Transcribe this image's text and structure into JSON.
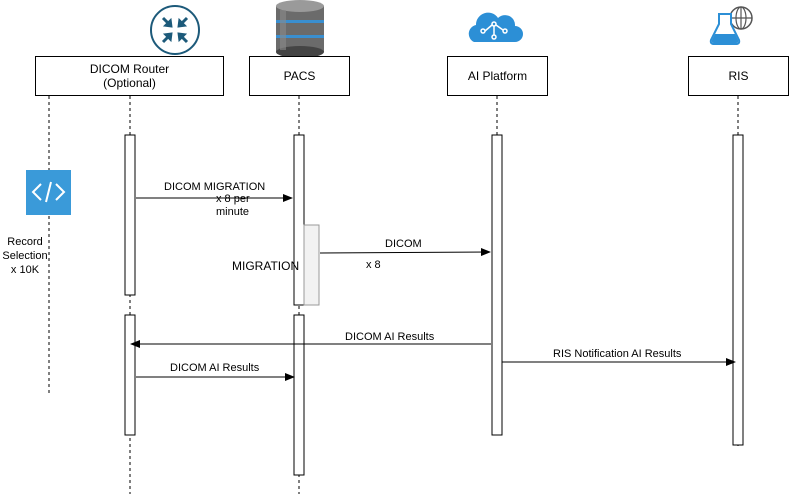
{
  "participants": {
    "router": {
      "label": "DICOM Router",
      "sublabel": "(Optional)",
      "icon": "router-icon"
    },
    "pacs": {
      "label": "PACS",
      "icon": "database-icon"
    },
    "ai": {
      "label": "AI Platform",
      "icon": "cloud-ai-icon"
    },
    "ris": {
      "label": "RIS",
      "icon": "lab-flask-globe-icon"
    }
  },
  "side": {
    "icon": "code-icon",
    "label_line1": "Record",
    "label_line2": "Selection",
    "label_line3": "x 10K"
  },
  "messages": {
    "m1": {
      "label": "DICOM MIGRATION",
      "note_line1": "x 8 per",
      "note_line2": "minute"
    },
    "pacs_note": {
      "label": "MIGRATION"
    },
    "m2": {
      "label": "DICOM",
      "note": "x 8"
    },
    "m3": {
      "label": "DICOM AI Results"
    },
    "m4": {
      "label": "DICOM AI Results"
    },
    "m5": {
      "label": "RIS Notification AI Results"
    }
  },
  "colors": {
    "accent_blue": "#2c8fd6",
    "router_teal": "#1d5a7a",
    "db_gray": "#6b6b6b"
  }
}
